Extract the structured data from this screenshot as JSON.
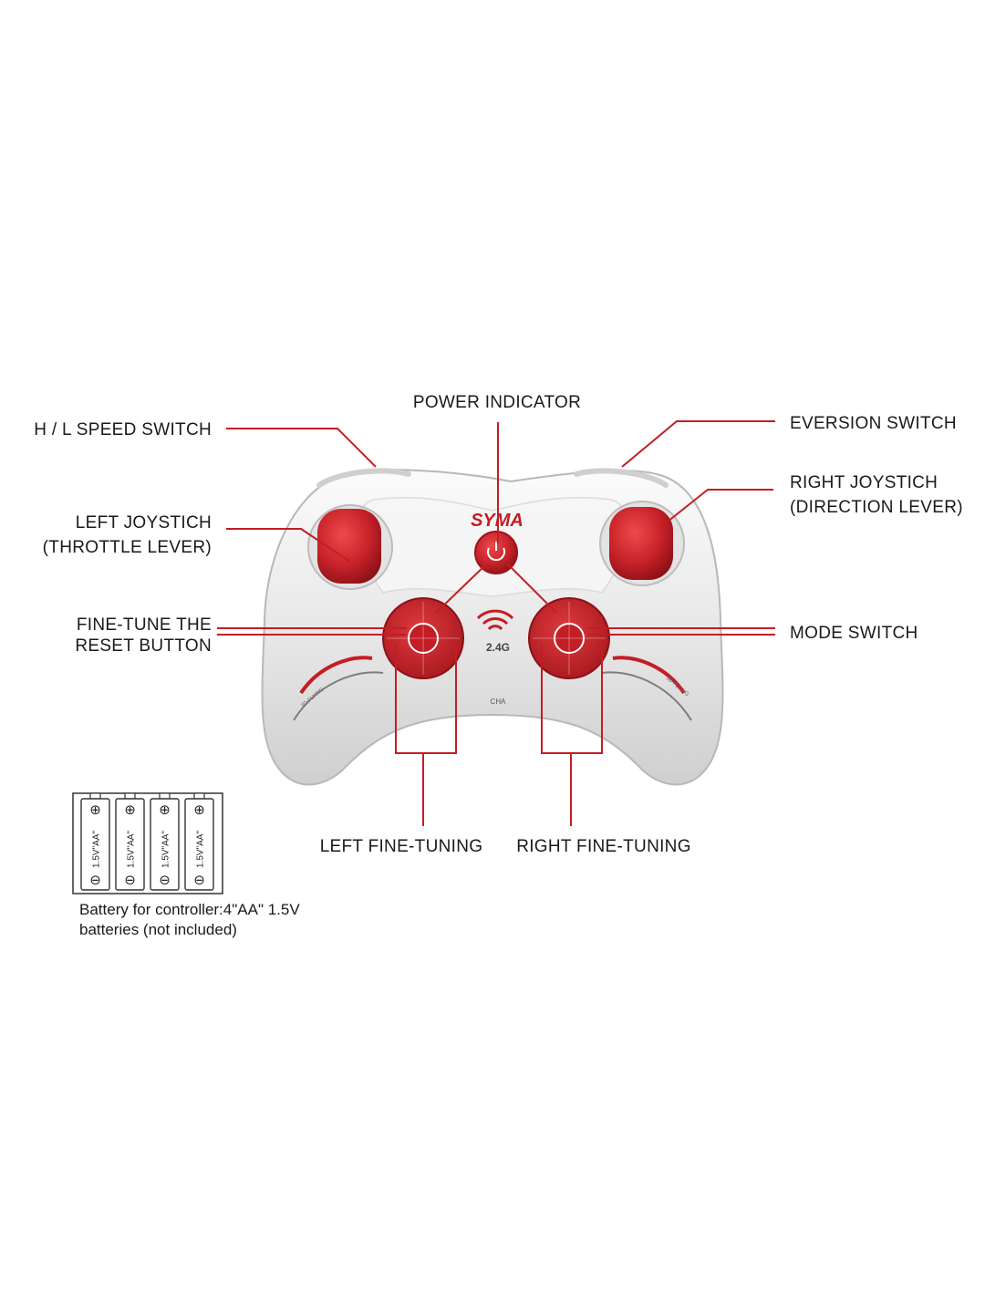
{
  "brand": "SYMA",
  "frequency": "2.4G",
  "channel_label": "CHA",
  "grip_text": "3D FLYING",
  "labels": {
    "power_indicator": "POWER INDICATOR",
    "hl_speed_switch": "H / L SPEED SWITCH",
    "eversion_switch": "EVERSION SWITCH",
    "right_joystick_line1": "RIGHT JOYSTICH",
    "right_joystick_line2": "(DIRECTION LEVER)",
    "left_joystick_line1": "LEFT JOYSTICH",
    "left_joystick_line2": "(THROTTLE LEVER)",
    "fine_tune_line1": "FINE-TUNE THE",
    "fine_tune_line2": "RESET BUTTON",
    "mode_switch": "MODE SWITCH",
    "left_fine_tuning": "LEFT FINE-TUNING",
    "right_fine_tuning": "RIGHT FINE-TUNING"
  },
  "batteries": {
    "count": 4,
    "cell_label": "1.5V\"AA\"",
    "note_line1": "Battery for controller:4\"AA\" 1.5V",
    "note_line2": "batteries (not included)"
  },
  "colors": {
    "accent": "#c41d24",
    "shell": "#eeeeee",
    "text": "#1a1a1a"
  }
}
